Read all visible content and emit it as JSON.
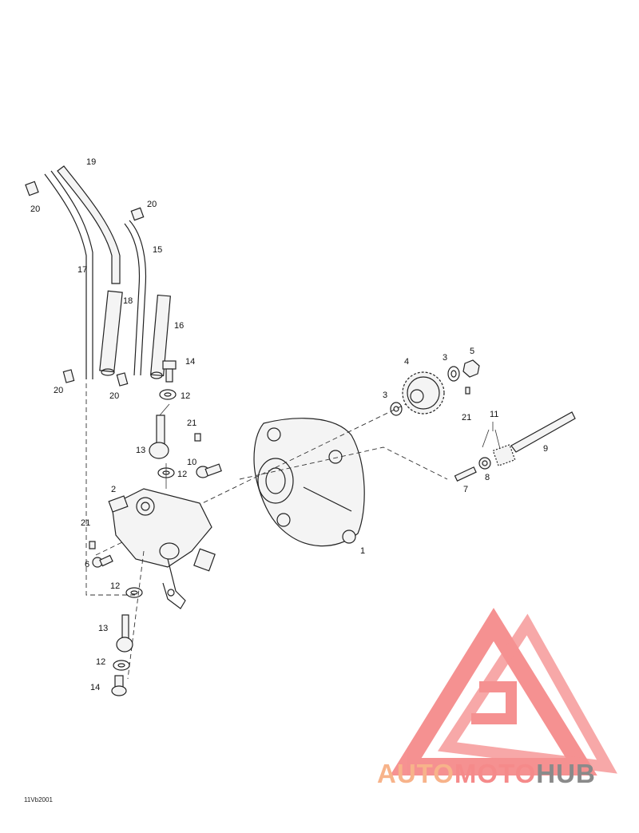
{
  "drawing_code": "11Vb2001",
  "callouts": {
    "c1": "1",
    "c2": "2",
    "c3a": "3",
    "c3b": "3",
    "c4": "4",
    "c5": "5",
    "c6": "6",
    "c7": "7",
    "c8": "8",
    "c9": "9",
    "c10": "10",
    "c11": "11",
    "c12a": "12",
    "c12b": "12",
    "c12c": "12",
    "c12d": "12",
    "c13a": "13",
    "c13b": "13",
    "c14a": "14",
    "c14b": "14",
    "c15": "15",
    "c16": "16",
    "c17": "17",
    "c18": "18",
    "c19": "19",
    "c20a": "20",
    "c20b": "20",
    "c20c": "20",
    "c20d": "20",
    "c21a": "21",
    "c21b": "21",
    "c21c": "21"
  },
  "watermark": {
    "part1": "AUTO",
    "part2": "MOTO",
    "part3": "HUB",
    "color1": "#f7b38a",
    "color2": "#f58a8a",
    "color3": "#8a8a8a",
    "mark_color": "#f58c8c"
  }
}
